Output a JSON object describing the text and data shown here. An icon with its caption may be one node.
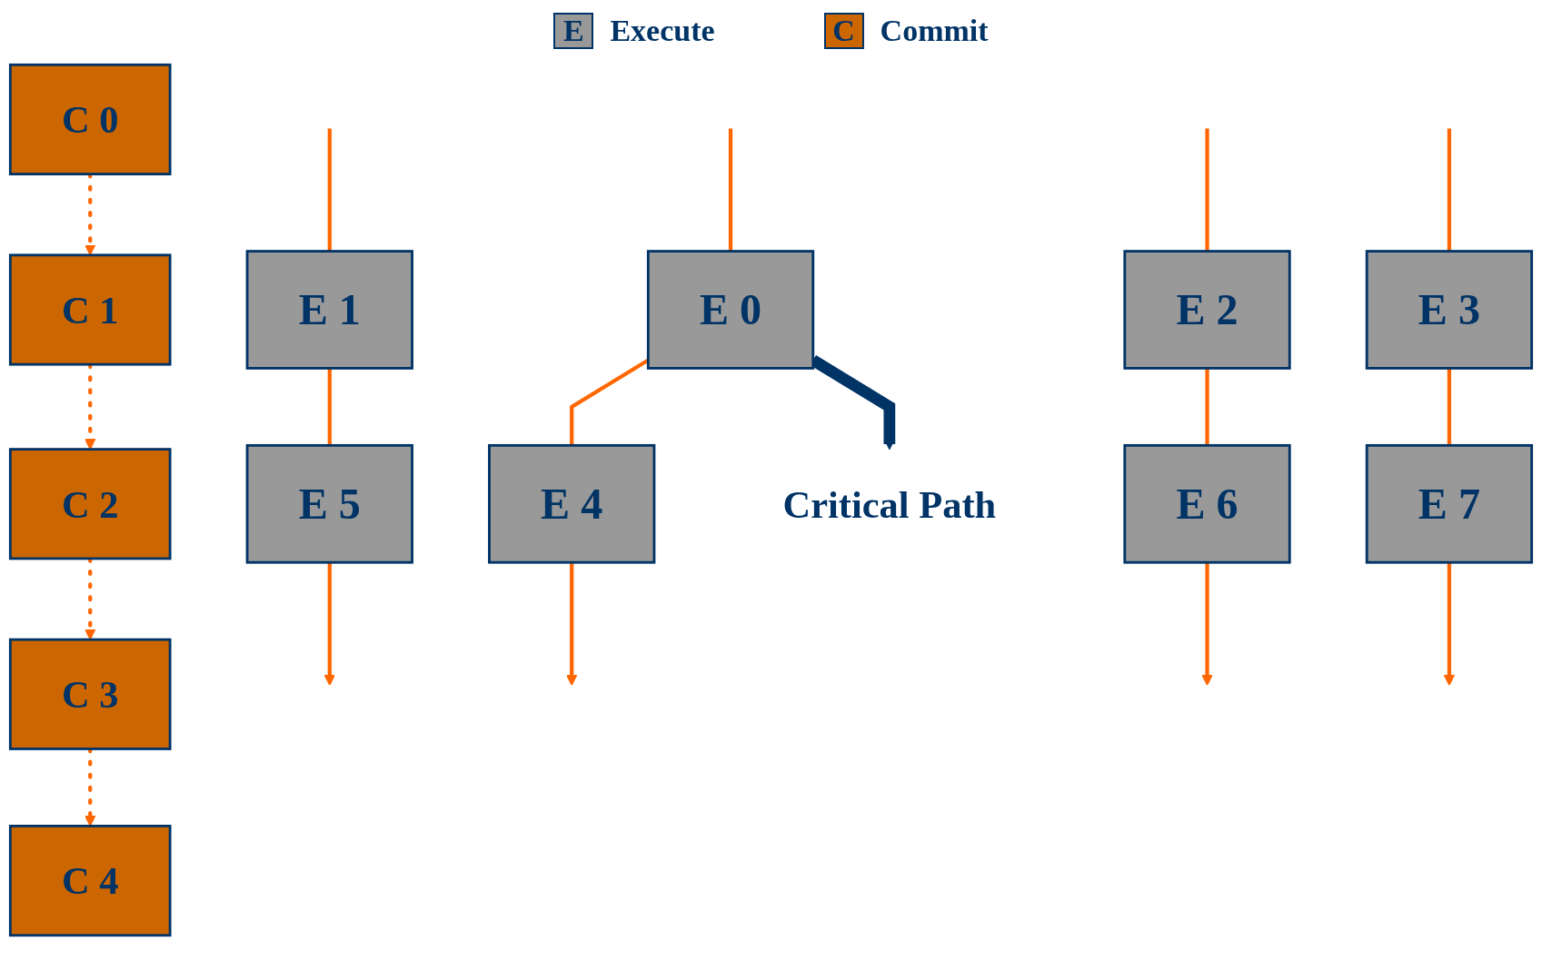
{
  "diagram": {
    "nodes": [
      {
        "text": [
          "E 0"
        ]
      },
      {
        "text": [
          "E 1"
        ]
      },
      {
        "text": [
          "E 2"
        ]
      },
      {
        "text": [
          "E 3"
        ]
      },
      {
        "text": [
          "E 4"
        ]
      },
      {
        "text": [
          "E 5"
        ]
      },
      {
        "text": [
          "E 6"
        ]
      },
      {
        "text": [
          "E 7"
        ]
      },
      {
        "text": [
          "C 0"
        ]
      },
      {
        "text": [
          "C 1"
        ]
      },
      {
        "text": [
          "C 2"
        ]
      },
      {
        "text": [
          "C 3"
        ]
      },
      {
        "text": [
          "C 4"
        ]
      },
      {
        "text": [
          "Critical Path"
        ]
      }
    ],
    "edges": [
      {
        "from": null,
        "to": 0,
        "arrow": "none"
      },
      {
        "from": 0,
        "to": 4,
        "arrow": "none"
      },
      {
        "from": 4,
        "to": null,
        "arrow": "to"
      },
      {
        "from": null,
        "to": 1,
        "arrow": "none"
      },
      {
        "from": 1,
        "to": 5,
        "arrow": "none"
      },
      {
        "from": 5,
        "to": null,
        "arrow": "to"
      },
      {
        "from": null,
        "to": 2,
        "arrow": "none"
      },
      {
        "from": 2,
        "to": 6,
        "arrow": "none"
      },
      {
        "from": 6,
        "to": null,
        "arrow": "to"
      },
      {
        "from": null,
        "to": 3,
        "arrow": "none"
      },
      {
        "from": 3,
        "to": 7,
        "arrow": "none"
      },
      {
        "from": 7,
        "to": null,
        "arrow": "to"
      },
      {
        "from": 8,
        "to": 9,
        "arrow": "to",
        "style": "dashed"
      },
      {
        "from": 9,
        "to": 10,
        "arrow": "to",
        "style": "dashed"
      },
      {
        "from": 10,
        "to": 11,
        "arrow": "to",
        "style": "dashed"
      },
      {
        "from": 11,
        "to": 12,
        "arrow": "to",
        "style": "dashed"
      },
      {
        "from": 0,
        "to": 13,
        "arrow": "to",
        "style": "thick",
        "color": "#003366"
      }
    ],
    "labels": [
      "E",
      "C"
    ],
    "legend": [
      {
        "text": "Execute",
        "color": "#999999"
      },
      {
        "text": "Commit",
        "color": "#cc6600"
      }
    ]
  }
}
